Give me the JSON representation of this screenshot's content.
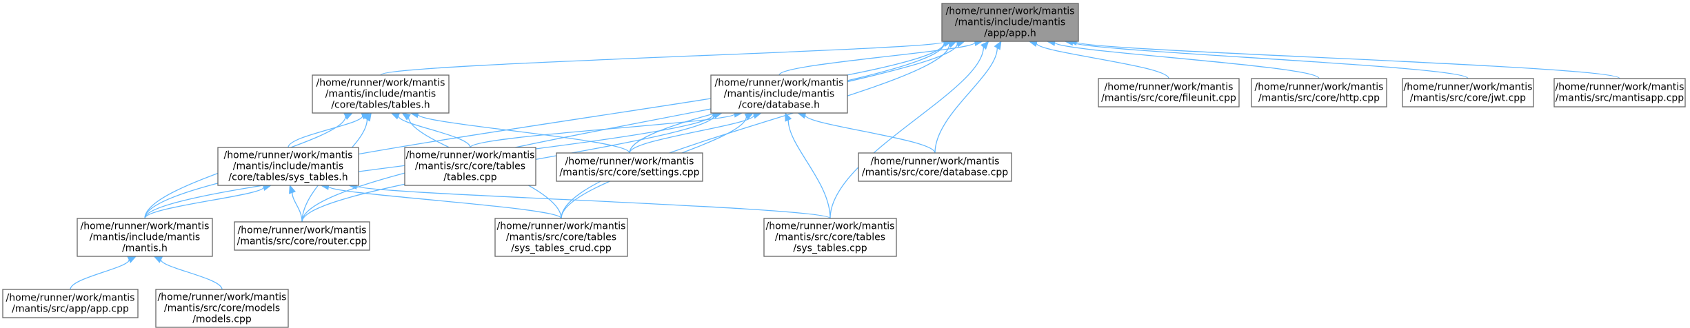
{
  "graph": {
    "nodes": [
      {
        "id": "app_h",
        "lines": [
          "/home/runner/work/mantis",
          "/mantis/include/mantis",
          "/app/app.h"
        ],
        "highlight": true
      },
      {
        "id": "tables_h",
        "lines": [
          "/home/runner/work/mantis",
          "/mantis/include/mantis",
          "/core/tables/tables.h"
        ]
      },
      {
        "id": "database_h",
        "lines": [
          "/home/runner/work/mantis",
          "/mantis/include/mantis",
          "/core/database.h"
        ]
      },
      {
        "id": "fileunit_cpp",
        "lines": [
          "/home/runner/work/mantis",
          "/mantis/src/core/fileunit.cpp"
        ]
      },
      {
        "id": "http_cpp",
        "lines": [
          "/home/runner/work/mantis",
          "/mantis/src/core/http.cpp"
        ]
      },
      {
        "id": "jwt_cpp",
        "lines": [
          "/home/runner/work/mantis",
          "/mantis/src/core/jwt.cpp"
        ]
      },
      {
        "id": "mantisapp_cpp",
        "lines": [
          "/home/runner/work/mantis",
          "/mantis/src/mantisapp.cpp"
        ]
      },
      {
        "id": "sys_tables_h",
        "lines": [
          "/home/runner/work/mantis",
          "/mantis/include/mantis",
          "/core/tables/sys_tables.h"
        ]
      },
      {
        "id": "tables_cpp",
        "lines": [
          "/home/runner/work/mantis",
          "/mantis/src/core/tables",
          "/tables.cpp"
        ]
      },
      {
        "id": "settings_cpp",
        "lines": [
          "/home/runner/work/mantis",
          "/mantis/src/core/settings.cpp"
        ]
      },
      {
        "id": "database_cpp",
        "lines": [
          "/home/runner/work/mantis",
          "/mantis/src/core/database.cpp"
        ]
      },
      {
        "id": "mantis_h",
        "lines": [
          "/home/runner/work/mantis",
          "/mantis/include/mantis",
          "/mantis.h"
        ]
      },
      {
        "id": "router_cpp",
        "lines": [
          "/home/runner/work/mantis",
          "/mantis/src/core/router.cpp"
        ]
      },
      {
        "id": "sys_tables_crud_cpp",
        "lines": [
          "/home/runner/work/mantis",
          "/mantis/src/core/tables",
          "/sys_tables_crud.cpp"
        ]
      },
      {
        "id": "sys_tables_cpp",
        "lines": [
          "/home/runner/work/mantis",
          "/mantis/src/core/tables",
          "/sys_tables.cpp"
        ]
      },
      {
        "id": "app_cpp",
        "lines": [
          "/home/runner/work/mantis",
          "/mantis/src/app/app.cpp"
        ]
      },
      {
        "id": "models_cpp",
        "lines": [
          "/home/runner/work/mantis",
          "/mantis/src/core/models",
          "/models.cpp"
        ]
      }
    ],
    "edges": [
      {
        "from": "app_h",
        "to": "tables_h"
      },
      {
        "from": "app_h",
        "to": "database_h"
      },
      {
        "from": "app_h",
        "to": "fileunit_cpp"
      },
      {
        "from": "app_h",
        "to": "http_cpp"
      },
      {
        "from": "app_h",
        "to": "jwt_cpp"
      },
      {
        "from": "app_h",
        "to": "mantisapp_cpp"
      },
      {
        "from": "app_h",
        "to": "settings_cpp"
      },
      {
        "from": "app_h",
        "to": "database_cpp"
      },
      {
        "from": "app_h",
        "to": "mantis_h"
      },
      {
        "from": "app_h",
        "to": "router_cpp"
      },
      {
        "from": "app_h",
        "to": "sys_tables_crud_cpp"
      },
      {
        "from": "app_h",
        "to": "sys_tables_cpp"
      },
      {
        "from": "tables_h",
        "to": "sys_tables_h"
      },
      {
        "from": "tables_h",
        "to": "tables_cpp"
      },
      {
        "from": "tables_h",
        "to": "settings_cpp"
      },
      {
        "from": "tables_h",
        "to": "mantis_h"
      },
      {
        "from": "tables_h",
        "to": "router_cpp"
      },
      {
        "from": "tables_h",
        "to": "sys_tables_crud_cpp"
      },
      {
        "from": "database_h",
        "to": "tables_cpp"
      },
      {
        "from": "database_h",
        "to": "settings_cpp"
      },
      {
        "from": "database_h",
        "to": "database_cpp"
      },
      {
        "from": "database_h",
        "to": "mantis_h"
      },
      {
        "from": "database_h",
        "to": "router_cpp"
      },
      {
        "from": "database_h",
        "to": "sys_tables_crud_cpp"
      },
      {
        "from": "database_h",
        "to": "sys_tables_cpp"
      },
      {
        "from": "sys_tables_h",
        "to": "mantis_h"
      },
      {
        "from": "sys_tables_h",
        "to": "router_cpp"
      },
      {
        "from": "sys_tables_h",
        "to": "sys_tables_crud_cpp"
      },
      {
        "from": "sys_tables_h",
        "to": "sys_tables_cpp"
      },
      {
        "from": "mantis_h",
        "to": "app_cpp"
      },
      {
        "from": "mantis_h",
        "to": "models_cpp"
      }
    ]
  },
  "colors": {
    "edge": "#63b8ff",
    "node_border": "#666666",
    "node_fill": "#ffffff",
    "highlight_fill": "#999999"
  }
}
